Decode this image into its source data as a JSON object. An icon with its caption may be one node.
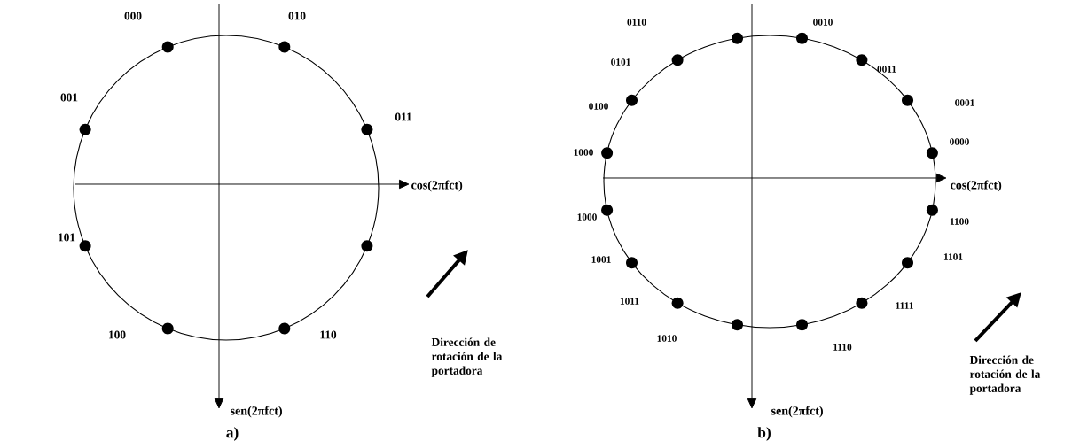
{
  "diagram": {
    "labels": [
      "000",
      "010",
      "001",
      "011",
      "cos(2πfct)",
      "101",
      "100",
      "110",
      "Dirección de rotación de la portadora",
      "sen(2πfct)",
      "a)",
      "0110",
      "0010",
      "0101",
      "0011",
      "0100",
      "0001",
      "0000",
      "1000",
      "cos(2πfct)",
      "1000",
      "1100",
      "1001",
      "1101",
      "1011",
      "1111",
      "1010",
      "1110",
      "Dirección de rotación de la portadora",
      "sen(2πfct)",
      "b)"
    ]
  }
}
